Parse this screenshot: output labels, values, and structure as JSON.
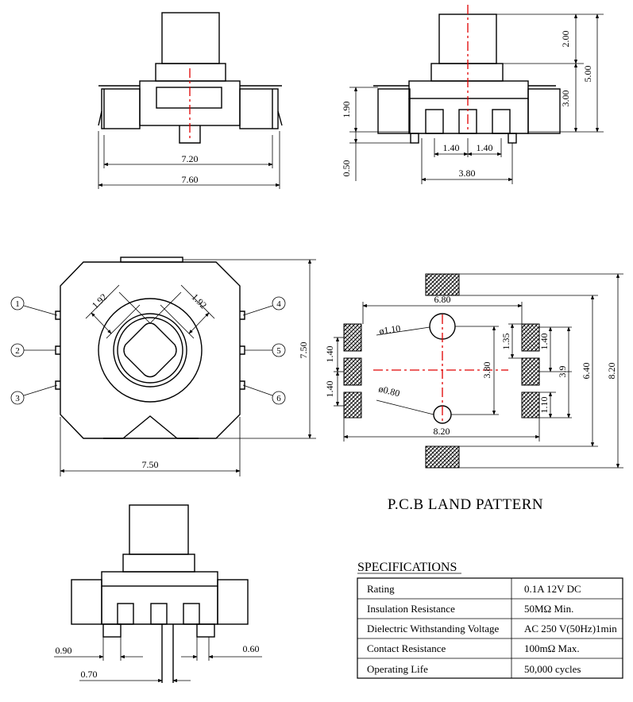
{
  "colors": {
    "line": "#000000",
    "centerline": "#e00000",
    "background": "#ffffff"
  },
  "front_view": {
    "width_inner": "7.20",
    "width_outer": "7.60"
  },
  "side_view": {
    "knob_height": "2.00",
    "total_height": "5.00",
    "body_height": "3.00",
    "base_height": "1.90",
    "pin_offset": "0.50",
    "pitch_left": "1.40",
    "pitch_right": "1.40",
    "pin_span": "3.80"
  },
  "top_view": {
    "diag_left": "1.92",
    "diag_right": "1.92",
    "height": "7.50",
    "width": "7.50",
    "pins": [
      "1",
      "2",
      "3",
      "4",
      "5",
      "6"
    ]
  },
  "pcb": {
    "hole_large": "ø1.10",
    "hole_small": "ø0.80",
    "top_span": "6.80",
    "pad_pitch_upper": "1.40",
    "pad_pitch_lower": "1.40",
    "hole_spacing": "3.80",
    "offset_135": "1.35",
    "right_pitch": "1.40",
    "right_span": "3.9",
    "pad_110": "1.10",
    "outer_640": "6.40",
    "outer_820": "8.20",
    "bottom_span": "8.20",
    "title": "P.C.B LAND PATTERN"
  },
  "bottom_view": {
    "dim_090": "0.90",
    "dim_060": "0.60",
    "dim_070": "0.70"
  },
  "specs": {
    "title": "SPECIFICATIONS",
    "rows": [
      {
        "label": "Rating",
        "value": "0.1A 12V DC"
      },
      {
        "label": "Insulation Resistance",
        "value": "50MΩ  Min."
      },
      {
        "label": "Dielectric Withstanding Voltage",
        "value": "AC 250 V(50Hz)1min"
      },
      {
        "label": "Contact Resistance",
        "value": "100mΩ  Max."
      },
      {
        "label": "Operating Life",
        "value": "50,000 cycles"
      }
    ]
  }
}
